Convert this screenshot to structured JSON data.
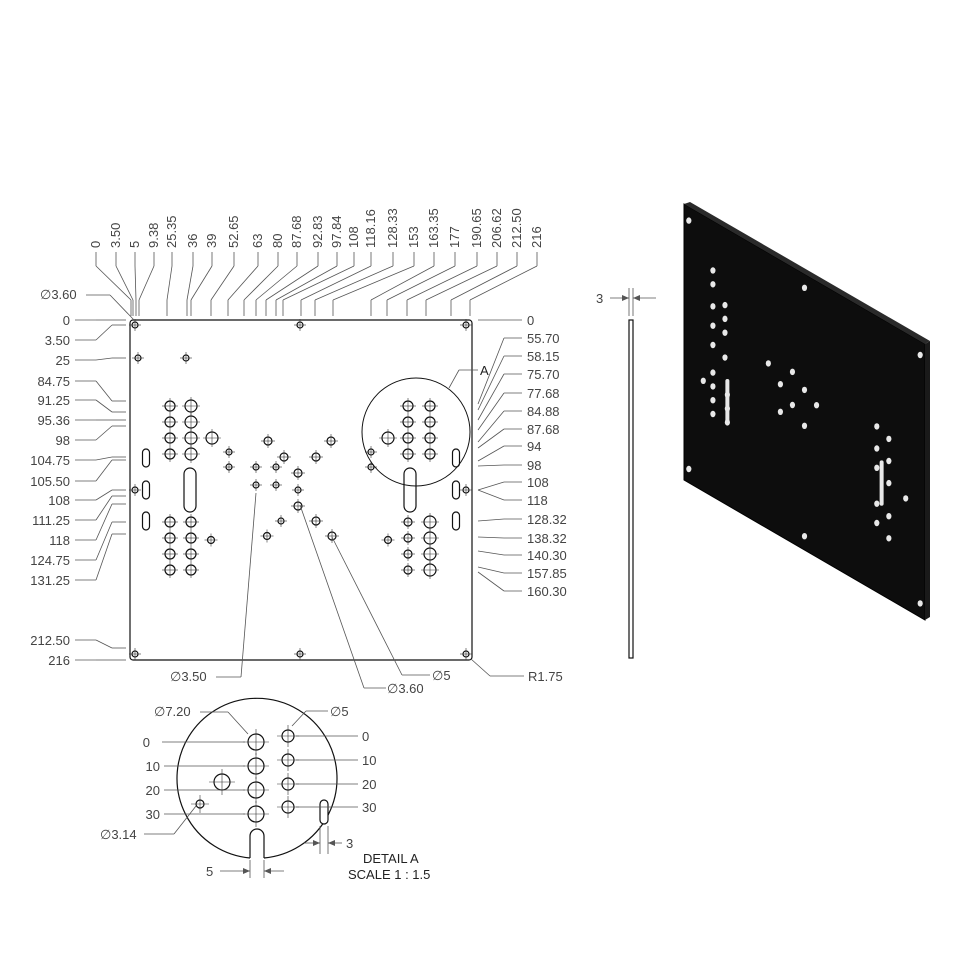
{
  "top_dims": [
    "0",
    "3.50",
    "5",
    "9.38",
    "25.35",
    "36",
    "39",
    "52.65",
    "63",
    "80",
    "87.68",
    "92.83",
    "97.84",
    "108",
    "118.16",
    "128.33",
    "153",
    "163.35",
    "177",
    "190.65",
    "206.62",
    "212.50",
    "216"
  ],
  "left_dims": [
    "0",
    "3.50",
    "25",
    "84.75",
    "91.25",
    "95.36",
    "98",
    "104.75",
    "105.50",
    "108",
    "111.25",
    "118",
    "124.75",
    "131.25",
    "212.50",
    "216"
  ],
  "right_dims": [
    "0",
    "55.70",
    "58.15",
    "75.70",
    "77.68",
    "84.88",
    "87.68",
    "94",
    "98",
    "108",
    "118",
    "128.32",
    "138.32",
    "140.30",
    "157.85",
    "160.30"
  ],
  "callouts": {
    "dia_360_top": "∅3.60",
    "dia_350": "∅3.50",
    "dia_360_bottom": "∅3.60",
    "dia_5": "∅5",
    "radius": "R1.75",
    "detail_ref": "A"
  },
  "side_view": {
    "thickness": "3"
  },
  "detail": {
    "title": "DETAIL A",
    "scale": "SCALE 1 : 1.5",
    "dia_720": "∅7.20",
    "dia_5": "∅5",
    "dia_314": "∅3.14",
    "left_dims": [
      "0",
      "10",
      "20",
      "30"
    ],
    "right_dims": [
      "0",
      "10",
      "20",
      "30"
    ],
    "slot_width": "5",
    "slot_width_right": "3"
  }
}
